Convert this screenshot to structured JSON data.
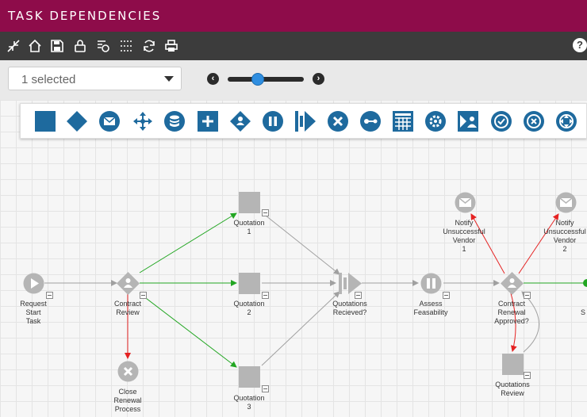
{
  "header": {
    "title": "TASK DEPENDENCIES"
  },
  "toolbar": {
    "help_label": "?"
  },
  "filter": {
    "selected_value": "1 selected",
    "prev_label": "‹",
    "next_label": "›",
    "zoom_level": 0.38
  },
  "nodes": {
    "request_start": [
      "Request",
      "Start",
      "Task"
    ],
    "contract_review": [
      "Contract",
      "Review"
    ],
    "close_renewal": [
      "Close",
      "Renewal",
      "Process"
    ],
    "quotation1": [
      "Quotation",
      "1"
    ],
    "quotation2": [
      "Quotation",
      "2"
    ],
    "quotation3": [
      "Quotation",
      "3"
    ],
    "quotations_received": [
      "Quotations",
      "Recieved?"
    ],
    "assess": [
      "Assess",
      "Feasability"
    ],
    "contract_renewal": [
      "Contract",
      "Renewal",
      "Approved?"
    ],
    "notify1": [
      "Notify",
      "Unsuccessful",
      "Vendor",
      "1"
    ],
    "notify2": [
      "Notify",
      "Unsuccessful",
      "Vendor",
      "2"
    ],
    "quotations_review": [
      "Quotations",
      "Review"
    ],
    "cut_off": [
      "S"
    ]
  },
  "colors": {
    "accent": "#8e0c4a",
    "palette_blue": "#1e6a9e",
    "flow_green": "#22a622",
    "flow_red": "#e52222",
    "flow_gray": "#a0a0a0",
    "node_gray": "#b5b5b5"
  }
}
